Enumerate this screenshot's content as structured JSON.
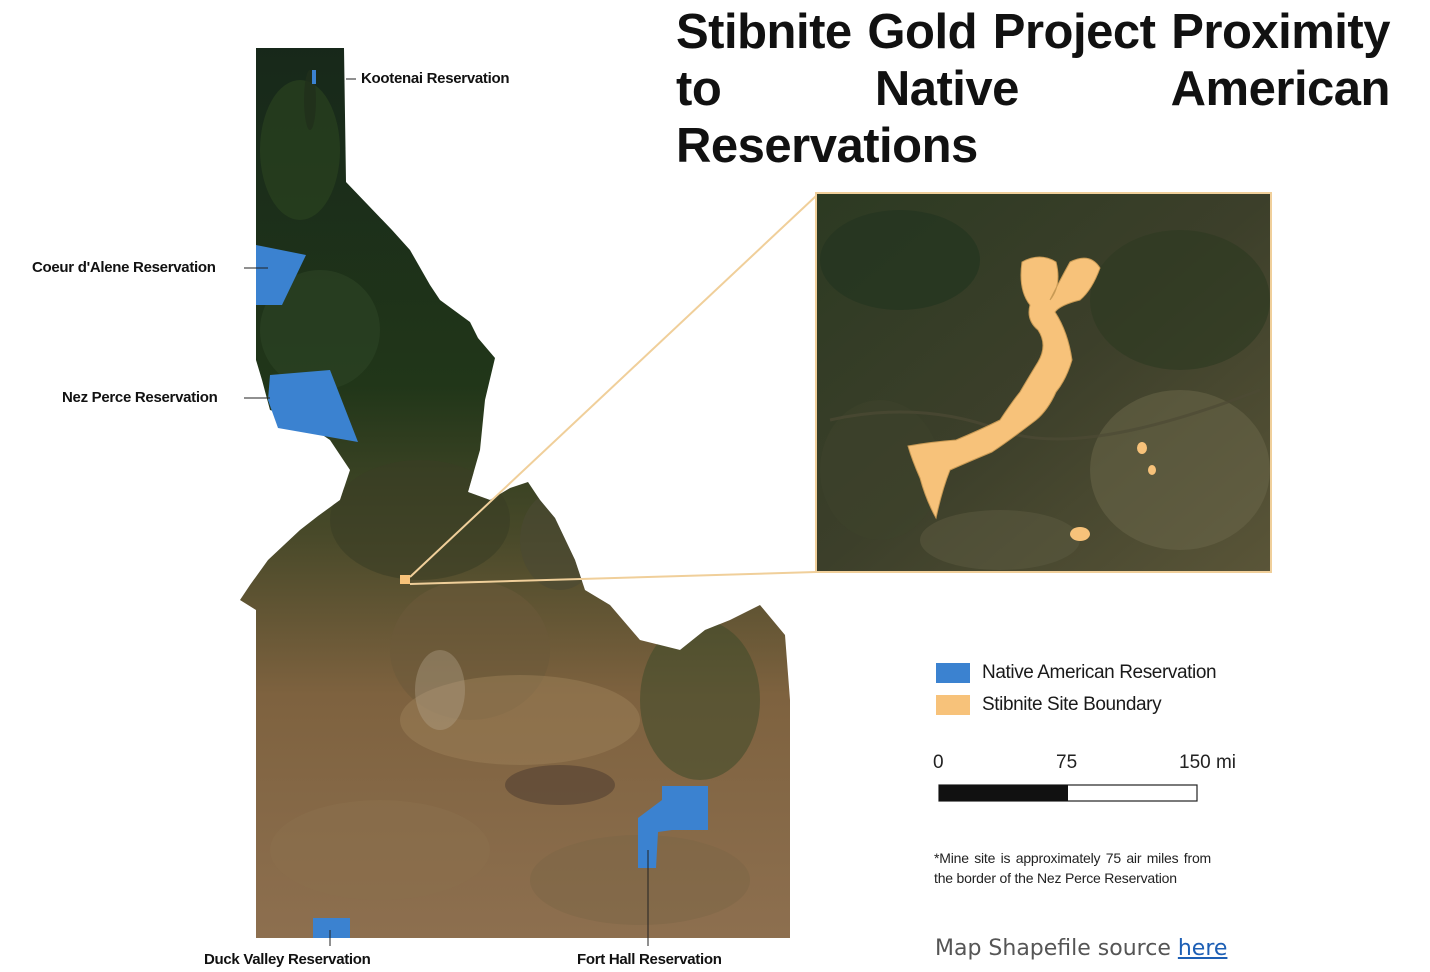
{
  "title": {
    "line1": "Stibnite Gold Project Proximity",
    "line2": "to Native American Reservations"
  },
  "reservations": {
    "kootenai": "Kootenai Reservation",
    "coeur_dalene": "Coeur d'Alene Reservation",
    "nez_perce": "Nez Perce Reservation",
    "duck_valley": "Duck Valley Reservation",
    "fort_hall": "Fort Hall Reservation"
  },
  "legend": {
    "reservation_label": "Native American Reservation",
    "site_label": "Stibnite Site Boundary"
  },
  "scale_bar": {
    "ticks": [
      "0",
      "75",
      "150 mi"
    ]
  },
  "footnote": "*Mine site is approximately 75 air miles from the border of the Nez Perce Reservation",
  "source": {
    "prefix": "Map Shapefile source ",
    "link_text": "here"
  },
  "colors": {
    "reservation": "#3b82d0",
    "site_boundary": "#f7c27a",
    "callout_line": "#f0cf9a",
    "forest": "#1f3318",
    "desert": "#8a6b45",
    "title_text": "#111111",
    "link": "#1d5fb5"
  }
}
